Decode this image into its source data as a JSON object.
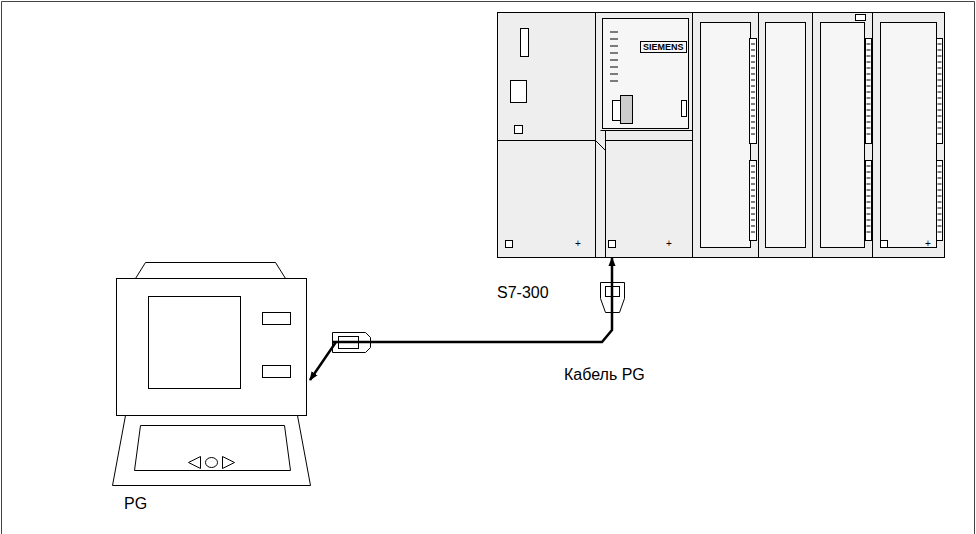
{
  "diagram": {
    "nodes": [
      {
        "text": [
          "PG"
        ]
      },
      {
        "text": [
          "S7-300"
        ]
      }
    ],
    "edges": [
      {
        "from": 0,
        "to": 1,
        "label": "Кабель PG",
        "arrow": "both"
      }
    ],
    "labels": [
      "SIEMENS"
    ]
  }
}
